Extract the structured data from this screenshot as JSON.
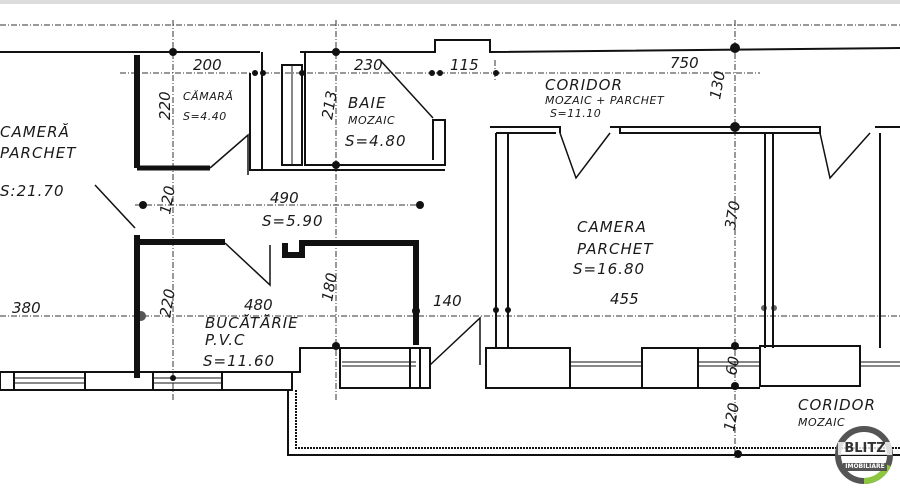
{
  "plan": {
    "rooms": [
      {
        "name": "CAMERĂ",
        "floor": "PARCHET",
        "area": "S:21.70"
      },
      {
        "name": "CĂMARĂ",
        "floor": "",
        "area": "S=4.40"
      },
      {
        "name": "BAIE",
        "floor": "MOZAIC",
        "area": "S=4.80"
      },
      {
        "name": "CORIDOR",
        "floor": "MOZAIC + PARCHET",
        "area": "S=11.10"
      },
      {
        "name": "CAMERA",
        "floor": "PARCHET",
        "area": "S=16.80"
      },
      {
        "name": "BUCĂTĂRIE",
        "floor": "P.V.C",
        "area": "S=11.60"
      },
      {
        "name": "CORIDOR",
        "floor": "MOZAIC",
        "area": ""
      }
    ],
    "hall_area": "S=5.90",
    "dimensions": {
      "d200": "200",
      "d230": "230",
      "d115": "115",
      "d750": "750",
      "d130_top": "130",
      "d220_camara": "220",
      "d213": "213",
      "d490": "490",
      "d120": "120",
      "d370": "370",
      "d220_kitchen": "220",
      "d480": "480",
      "d180": "180",
      "d380": "380",
      "d140": "140",
      "d455": "455",
      "d60": "60",
      "d120_bottom": "120"
    }
  },
  "watermark": {
    "brand": "BLITZ",
    "sub": "IMOBILIARE",
    "ring_color": "#555555",
    "accent_color": "#8dc63f"
  }
}
